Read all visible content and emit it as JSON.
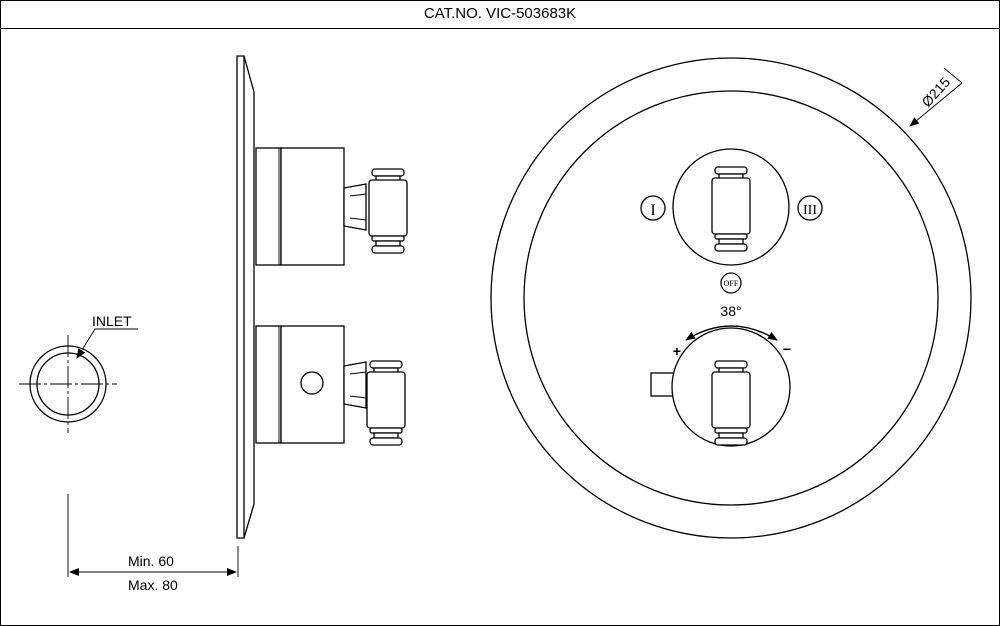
{
  "title": "CAT.NO. VIC-503683K",
  "labels": {
    "inlet": "INLET",
    "diameter": "Ø215",
    "min_depth": "Min. 60",
    "max_depth": "Max. 80",
    "angle": "38°",
    "plus": "+",
    "minus": "−",
    "pos_one": "I",
    "pos_three": "III",
    "off": "OFF"
  },
  "colors": {
    "line": "#000000",
    "background": "#ffffff"
  }
}
